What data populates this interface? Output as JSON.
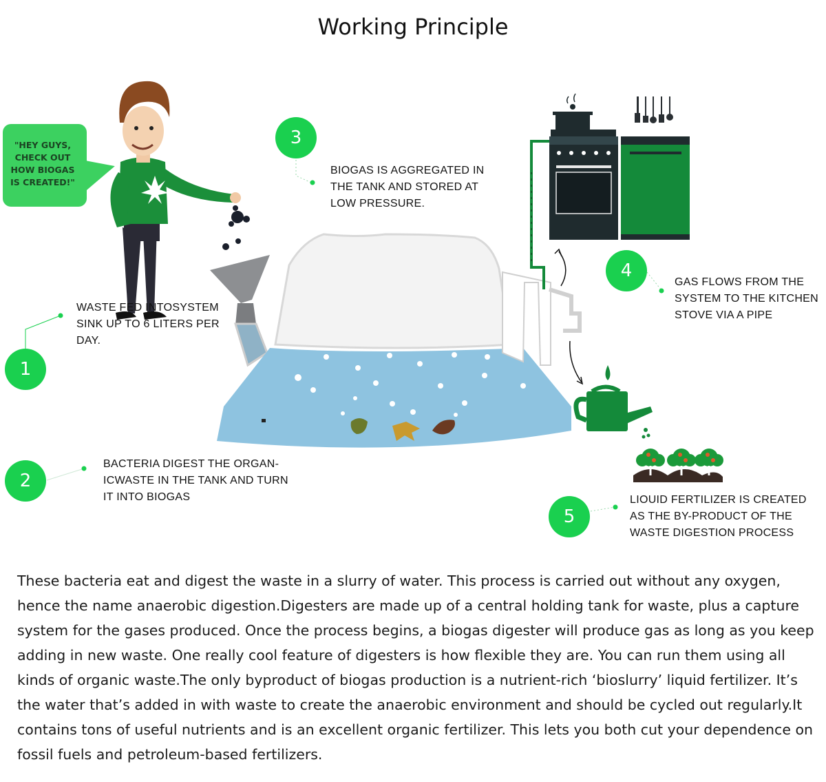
{
  "title": "Working Principle",
  "speech_bubble": "\"HEY GUYS, CHECK OUT HOW BIOGAS IS CREATED!\"",
  "steps": [
    {
      "number": "1",
      "text": "WASTE FED INTOSYSTEM SINK UP TO 6 LITERS PER DAY."
    },
    {
      "number": "2",
      "text": "BACTERIA DIGEST THE ORGAN- ICWASTE IN THE TANK AND TURN IT INTO BIOGAS"
    },
    {
      "number": "3",
      "text": "BIOGAS IS AGGREGATED IN THE TANK AND STORED AT LOW PRESSURE."
    },
    {
      "number": "4",
      "text": "GAS FLOWS FROM THE SYSTEM TO THE KITCHEN STOVE VIA A PIPE"
    },
    {
      "number": "5",
      "text": "LIOUID FERTILIZER IS CREATED AS THE BY-PRODUCT OF THE WASTE DIGESTION PROCESS"
    }
  ],
  "description": "These bacteria eat and digest the waste in a slurry of water. This process is carried out without any oxygen, hence the name anaerobic digestion.Digesters are made up of a central holding tank for waste, plus a capture system for the gases produced. Once the process begins, a biogas digester will produce gas as long as you keep adding in new waste. One really cool feature of digesters is how flexible they are. You can run them using all kinds of organic waste.The only byproduct of biogas production is a nutrient-rich ‘bioslurry’ liquid fertilizer. It’s the water that’s added in with waste to create the anaerobic environment and should be cycled out regularly.It contains tons of useful nutrients and is an excellent organic fertilizer. This lets you both cut your dependence on fossil fuels and petroleum-based fertilizers.",
  "colors": {
    "accent_green": "#1ad04f",
    "water_blue": "#8ec3e0",
    "dark_green": "#148a3a",
    "stove_dark": "#1f2b2e"
  }
}
